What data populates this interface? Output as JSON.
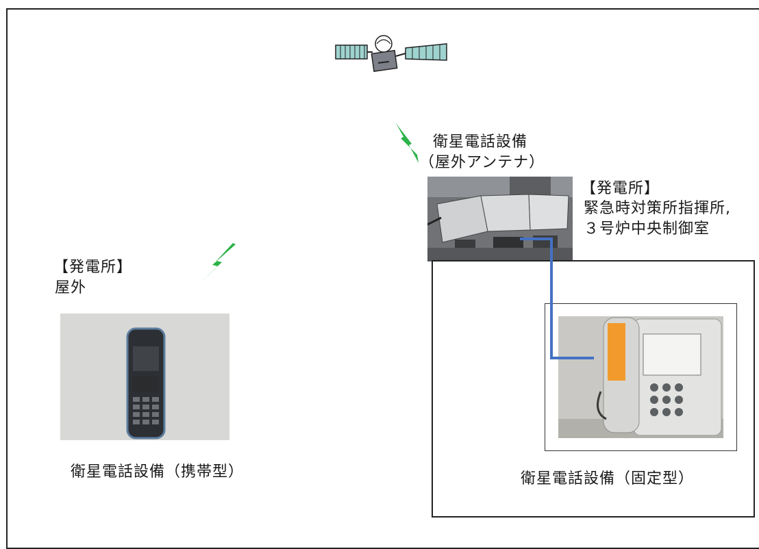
{
  "satellite": {
    "icon": "satellite-icon"
  },
  "antenna": {
    "label_line1": "衛星電話設備",
    "label_line2": "（屋外アンテナ）"
  },
  "station_right": {
    "bracket_label": "【発電所】",
    "line1": "緊急時対策所指揮所,",
    "line2": "３号炉中央制御室"
  },
  "station_left": {
    "bracket_label": "【発電所】",
    "line1": "屋外"
  },
  "portable": {
    "caption": "衛星電話設備（携帯型）"
  },
  "fixed": {
    "caption": "衛星電話設備（固定型）"
  },
  "colors": {
    "signal": "#2db34a",
    "cable": "#4472c4",
    "border": "#222222"
  }
}
